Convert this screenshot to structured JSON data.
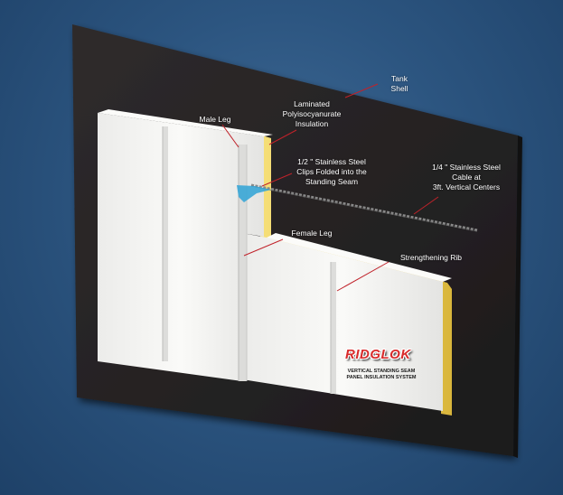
{
  "labels": {
    "tank_shell": "Tank\nShell",
    "insulation": "Laminated\nPolyisocyanurate\nInsulation",
    "male_leg": "Male Leg",
    "clips": "1/2 \" Stainless Steel\nClips Folded into the\nStanding Seam",
    "cable": "1/4 \" Stainless Steel\nCable at\n3ft. Vertical Centers",
    "female_leg": "Female Leg",
    "rib": "Strengthening  Rib"
  },
  "logo": {
    "brand": "RIDGLOK",
    "tagline": "VERTICAL STANDING SEAM\nPANEL INSULATION SYSTEM"
  },
  "colors": {
    "background": "#2c5580",
    "tank_shell": "#262324",
    "panel_face": "#f4f4f2",
    "insulation_edge": "#f2d15a",
    "leader_lines": "#c0222a",
    "clip": "#39a6d6",
    "logo_red": "#d92b2b"
  }
}
